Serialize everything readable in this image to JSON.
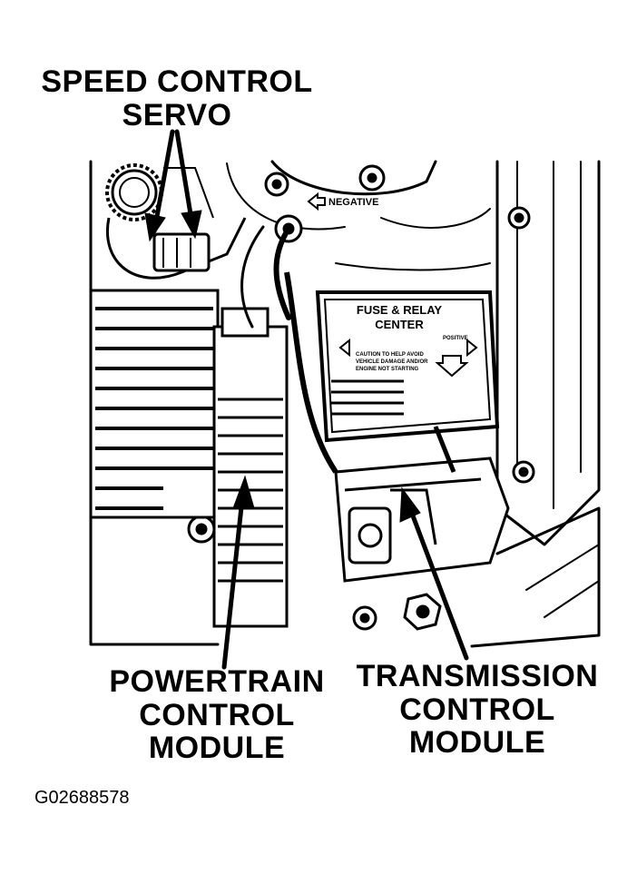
{
  "labels": {
    "speed_control_servo": [
      "SPEED CONTROL",
      "SERVO"
    ],
    "powertrain_control_module": [
      "POWERTRAIN",
      "CONTROL",
      "MODULE"
    ],
    "transmission_control_module": [
      "TRANSMISSION",
      "CONTROL",
      "MODULE"
    ]
  },
  "component_text": {
    "negative": "NEGATIVE",
    "fuse_relay_center": [
      "FUSE & RELAY",
      "CENTER"
    ],
    "positive": "POSITIVE",
    "caution": [
      "CAUTION TO HELP AVOID",
      "VEHICLE DAMAGE AND/OR",
      "ENGINE NOT STARTING"
    ]
  },
  "figure_id": "G02688578"
}
